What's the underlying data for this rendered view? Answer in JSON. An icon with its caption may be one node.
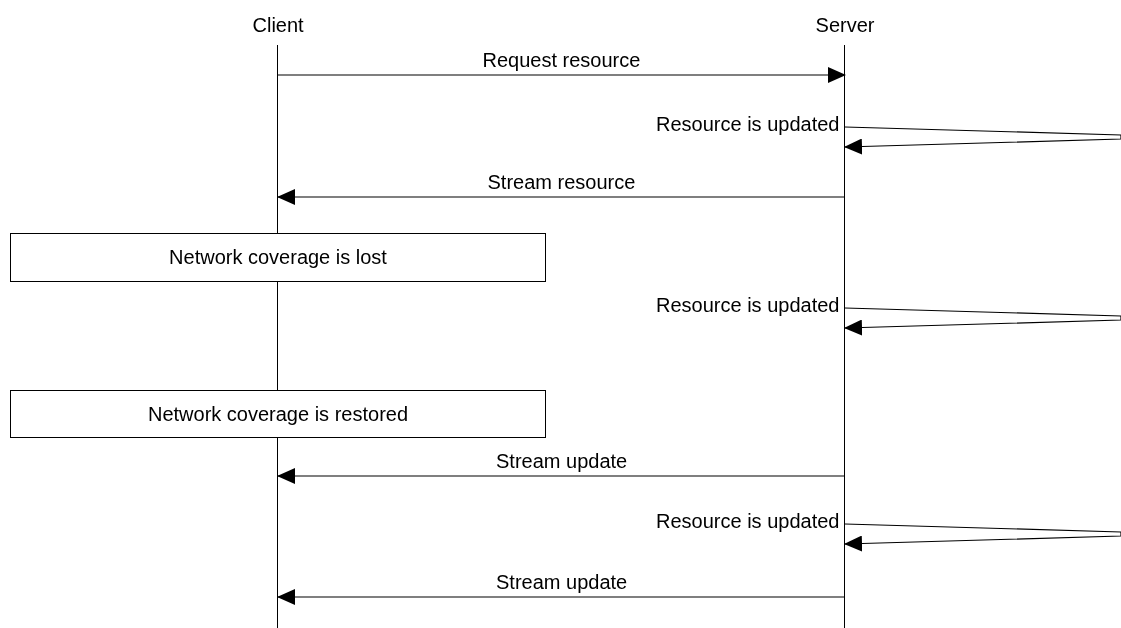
{
  "diagram": {
    "nodes": [
      {
        "text": [
          "Client"
        ]
      },
      {
        "text": [
          "Server"
        ]
      },
      {
        "text": [
          "Network coverage is lost"
        ]
      },
      {
        "text": [
          "Network coverage is restored"
        ]
      }
    ],
    "edges": [
      {
        "from": 0,
        "to": 1,
        "arrow": "to",
        "label": "Request resource"
      },
      {
        "from": 1,
        "to": 1,
        "arrow": "to",
        "label": "Resource is updated"
      },
      {
        "from": 1,
        "to": 0,
        "arrow": "to",
        "label": "Stream resource"
      },
      {
        "from": 1,
        "to": 1,
        "arrow": "to",
        "label": "Resource is updated"
      },
      {
        "from": 1,
        "to": 0,
        "arrow": "to",
        "label": "Stream update"
      },
      {
        "from": 1,
        "to": 1,
        "arrow": "to",
        "label": "Resource is updated"
      },
      {
        "from": 1,
        "to": 0,
        "arrow": "to",
        "label": "Stream update"
      }
    ]
  }
}
